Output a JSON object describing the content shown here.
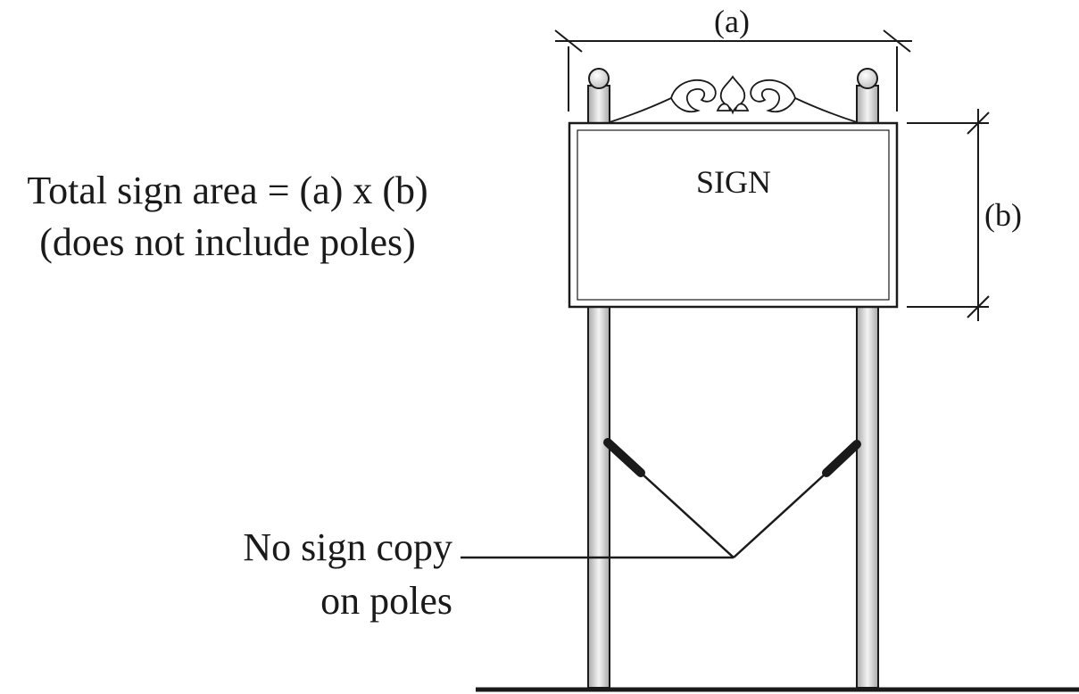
{
  "dimension_a": {
    "label": "(a)"
  },
  "dimension_b": {
    "label": "(b)"
  },
  "sign": {
    "text": "SIGN"
  },
  "area_note": {
    "line1": "Total sign area = (a) x (b)",
    "line2": "(does not include poles)"
  },
  "pole_note": {
    "line1": "No sign copy",
    "line2": "on poles"
  },
  "colors": {
    "ink": "#1a1a1a",
    "pole_shade": "#bfbfbf",
    "background": "#ffffff"
  }
}
